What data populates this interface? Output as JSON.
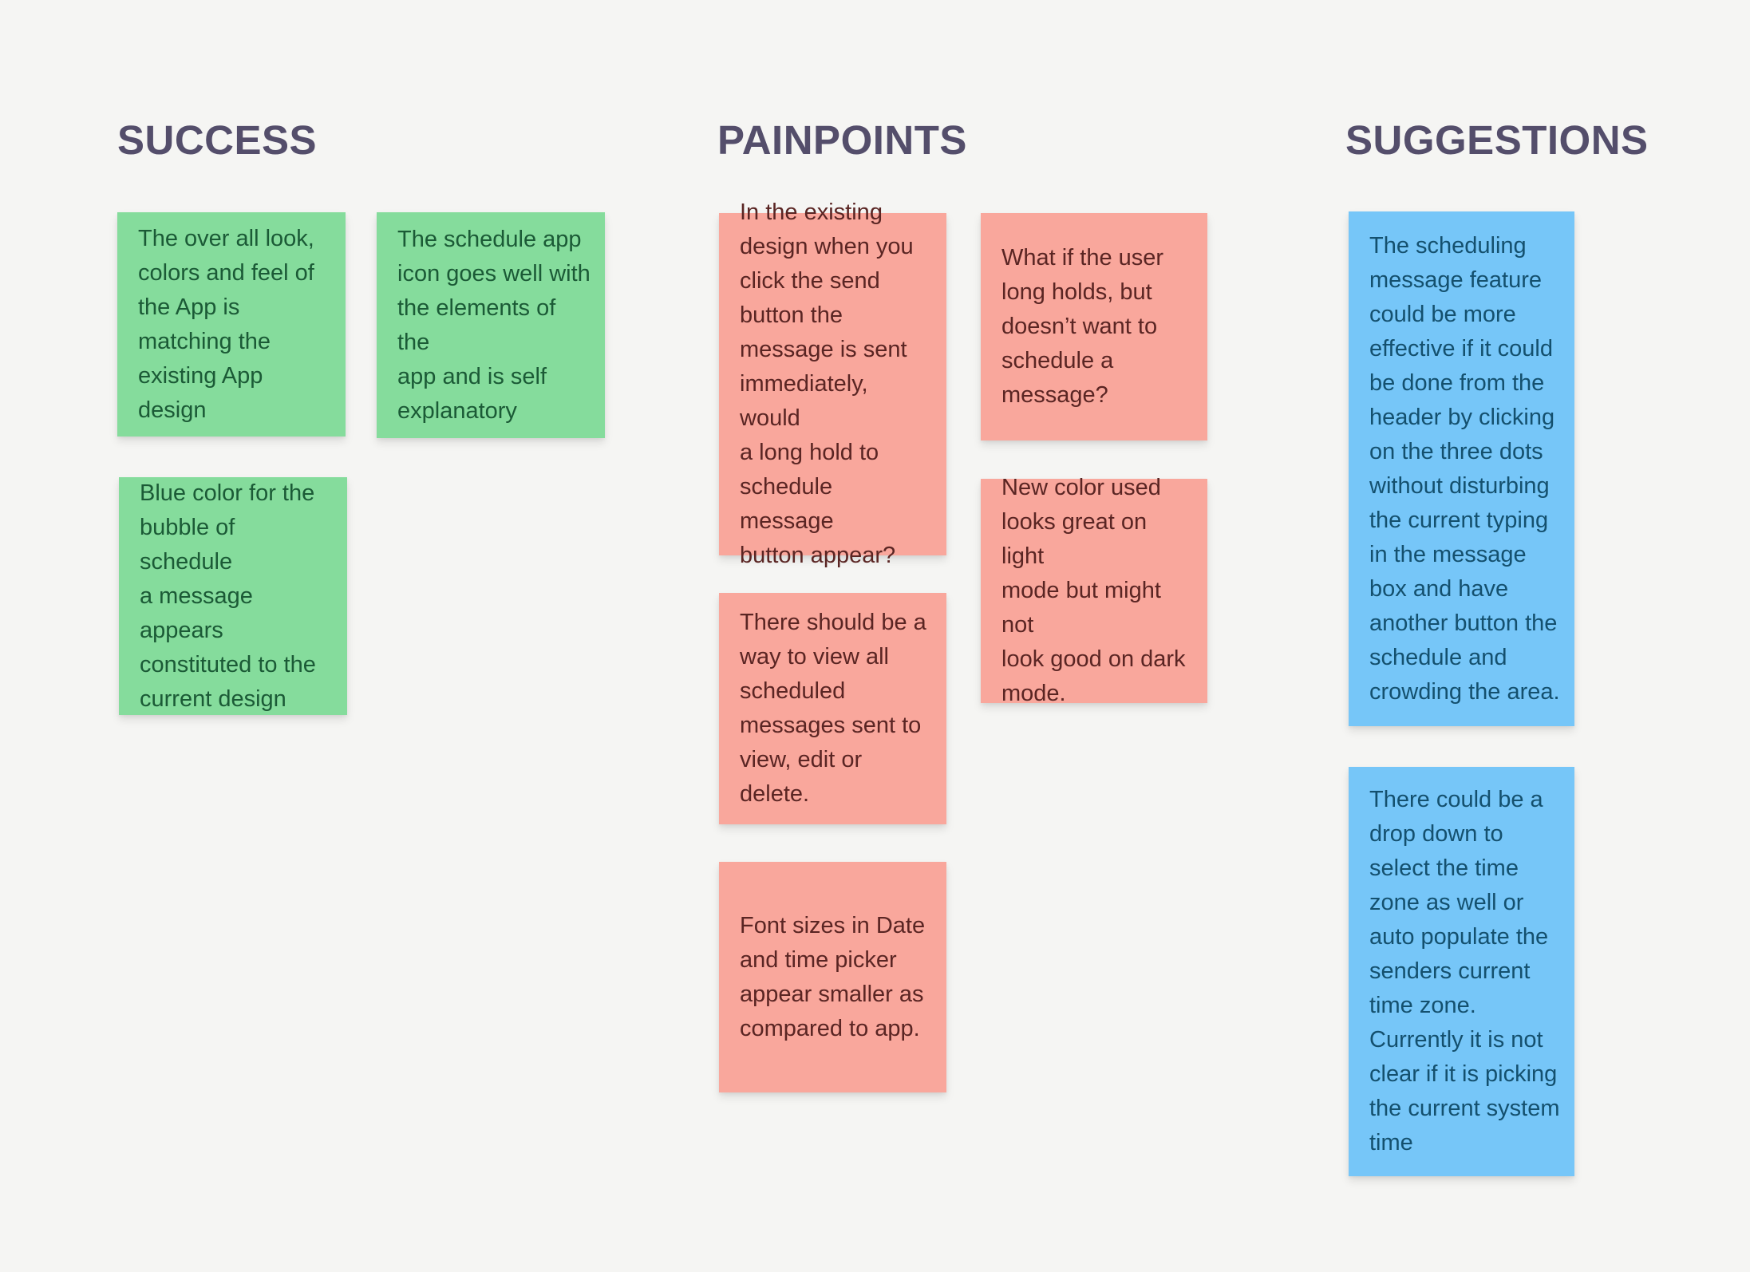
{
  "columns": [
    {
      "title": "SUCCESS"
    },
    {
      "title": "PAINPOINTS"
    },
    {
      "title": "SUGGESTIONS"
    }
  ],
  "notes": [
    {
      "column": "SUCCESS",
      "color": "green",
      "text": "The over all look,\ncolors and feel of\nthe App is\nmatching the\nexisting App design"
    },
    {
      "column": "SUCCESS",
      "color": "green",
      "text": "The schedule app\nicon goes well with\nthe elements of the\napp and is self\nexplanatory"
    },
    {
      "column": "SUCCESS",
      "color": "green",
      "text": "Blue color for the\nbubble of schedule\na message\nappears\nconstituted to the\ncurrent design"
    },
    {
      "column": "PAINPOINTS",
      "color": "pink",
      "text": "In the existing\ndesign when you\nclick the send\nbutton the\nmessage is sent\nimmediately, would\na long hold to\nschedule message\nbutton appear?"
    },
    {
      "column": "PAINPOINTS",
      "color": "pink",
      "text": "What if the user\nlong holds, but\ndoesn’t want to\nschedule a\nmessage?"
    },
    {
      "column": "PAINPOINTS",
      "color": "pink",
      "text": "New color used\nlooks great on light\nmode but might not\nlook good on dark\nmode."
    },
    {
      "column": "PAINPOINTS",
      "color": "pink",
      "text": "There should be a\nway to view all\nscheduled\nmessages sent to\nview, edit or delete."
    },
    {
      "column": "PAINPOINTS",
      "color": "pink",
      "text": "Font sizes in Date\nand time picker\nappear smaller as\ncompared to app."
    },
    {
      "column": "SUGGESTIONS",
      "color": "blue",
      "text": "The scheduling\nmessage feature\ncould be more\neffective if it could\nbe done from the\nheader by clicking\non the three dots\nwithout disturbing\nthe current typing\nin the message\nbox and have\nanother button the\nschedule and\ncrowding the area."
    },
    {
      "column": "SUGGESTIONS",
      "color": "blue",
      "text": "There could be a\ndrop down to\nselect the time\nzone as well or\nauto populate the\nsenders current\ntime zone.\nCurrently it is not\nclear if it is picking\nthe current system\ntime"
    }
  ],
  "colors": {
    "background": "#f5f5f3",
    "note_green": "#85dc9c",
    "note_pink": "#f9a79c",
    "note_blue": "#76c6f8",
    "header_text": "#544e6b",
    "green_note_text": "#1b5a36",
    "pink_note_text": "#5a2523",
    "blue_note_text": "#14506e"
  }
}
